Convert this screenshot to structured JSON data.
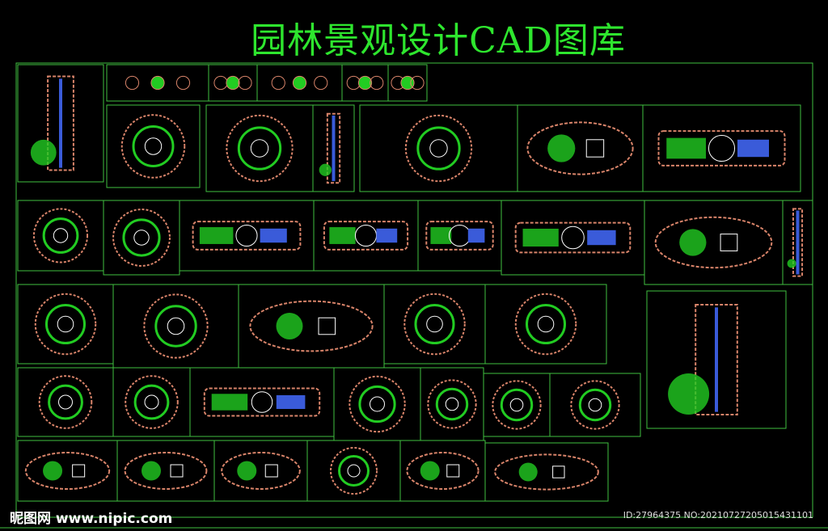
{
  "title": "园林景观设计CAD图库",
  "watermark": "昵图网 www.nipic.com",
  "image_id": "ID:27964375 NO:20210727205015431101",
  "colors": {
    "frame": "#3fbf3f",
    "title": "#2ee62e",
    "brick": "#d9846a",
    "plant": "#22cc22",
    "water": "#3a5bd9",
    "line": "#ffffff"
  }
}
